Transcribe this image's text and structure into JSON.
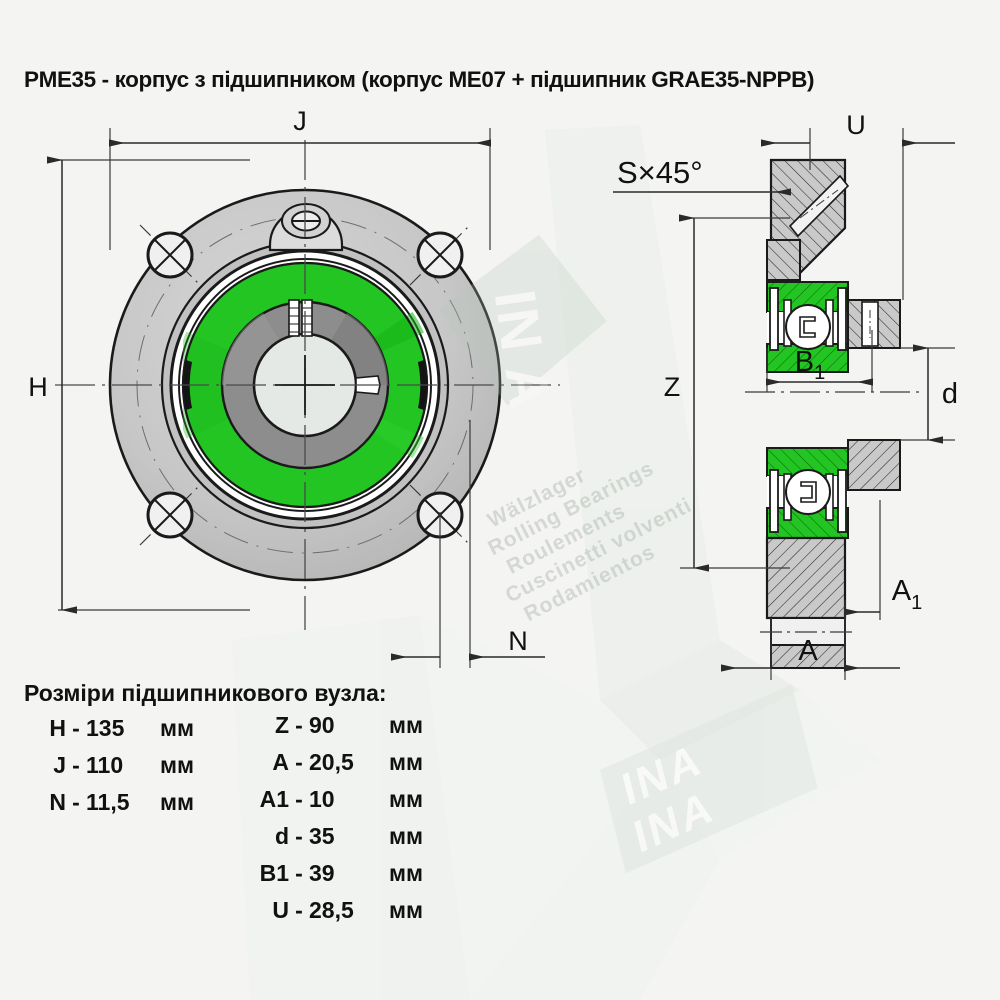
{
  "title": "PME35 - корпус з підшипником (корпус ME07 + підшипник GRAE35-NPPB)",
  "table": {
    "heading": "Розміри підшипникового вузла:",
    "left_column": [
      {
        "symbol": "H",
        "dash": "-",
        "value": "135",
        "unit": "мм"
      },
      {
        "symbol": "J",
        "dash": "-",
        "value": "110",
        "unit": "мм"
      },
      {
        "symbol": "N",
        "dash": "-",
        "value": "11,5",
        "unit": "мм"
      }
    ],
    "right_column": [
      {
        "symbol": "Z",
        "dash": "-",
        "value": "90",
        "unit": "мм"
      },
      {
        "symbol": "A",
        "dash": "-",
        "value": "20,5",
        "unit": "мм"
      },
      {
        "symbol": "A1",
        "dash": "-",
        "value": "10",
        "unit": "мм"
      },
      {
        "symbol": "d",
        "dash": "-",
        "value": "35",
        "unit": "мм"
      },
      {
        "symbol": "B1",
        "dash": "-",
        "value": "39",
        "unit": "мм"
      },
      {
        "symbol": "U",
        "dash": "-",
        "value": "28,5",
        "unit": "мм"
      }
    ]
  },
  "front_view": {
    "labels": {
      "J": "J",
      "H": "H",
      "N": "N"
    }
  },
  "section_view": {
    "labels": {
      "U": "U",
      "S45": "S×45°",
      "Z": "Z",
      "B1_main": "B",
      "B1_sub": "1",
      "d": "d",
      "A": "A",
      "A1_main": "A",
      "A1_sub": "1"
    }
  },
  "watermark": {
    "brand": "INA",
    "lines": [
      "Wälzlager",
      "Rolling Bearings",
      "Roulements",
      "Cuscinetti volventi",
      "Rodamientos"
    ]
  },
  "colors": {
    "bearing_green": "#22c522",
    "bearing_green_dark": "#18a818",
    "housing_gray": "#c9c9c9",
    "housing_gray_dark": "#8f8f8f",
    "bore_light": "#e4e9e6",
    "line": "#1a1a1a",
    "dim_line": "#3a3a3a",
    "background": "#f4f4f2",
    "text": "#111111"
  }
}
